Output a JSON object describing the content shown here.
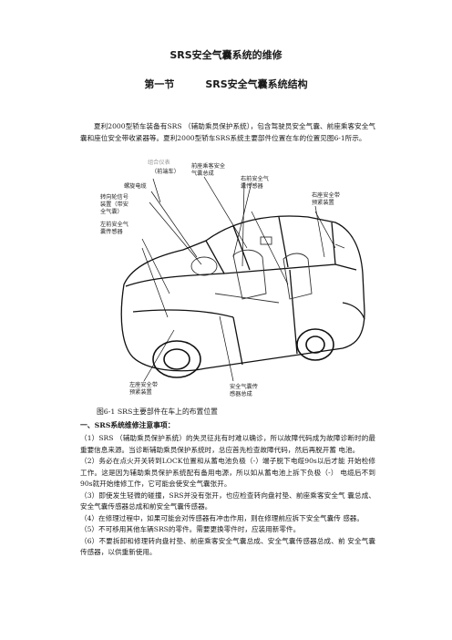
{
  "doc": {
    "title": "SRS安全气囊系统的维修",
    "section_num": "第一节",
    "section_title": "SRS安全气囊系统结构",
    "intro": "夏利2000型轿车装备有SRS （辅助乘员保护系统），包含驾驶员安全气囊、前座乘客安全气囊和座位安全带收紧器等。夏利2000型轿车SRS系统主要部件位置在车的位置见图6-1所示。",
    "figure": {
      "labels": {
        "combo": "组合仪表",
        "cut": "（前端车）",
        "spiral": "螺旋电缆",
        "turn1": "转向轮信号",
        "turn2": "装置（带安",
        "turn3": "全气囊）",
        "pass1": "前座乘客安全",
        "pass2": "气囊总成",
        "rfs1": "右前安全气",
        "rfs2": "囊传感器",
        "lfs1": "左前安全气",
        "lfs2": "囊传感器",
        "rbelt1": "右座安全带",
        "rbelt2": "预紧装置",
        "lbelt1": "左座安全带",
        "lbelt2": "预紧装置",
        "sensor1": "安全气囊传",
        "sensor2": "感器总成"
      },
      "caption": "图6-1 SRS主要部件在车上的布置位置"
    },
    "subhead": "一、SRS系统维修注意事项：",
    "items": [
      "（1）SRS （辅助乘员保护系统）的失灵征兆有时难以确诊，所以故障代码成为故障诊断时的最重要信息来源。当诊断辅助乘员保护系统时，总应首先检查故障代码，然后再脱开蓄 电池。",
      "（2）务必在点火开关转到LOCK位置和从蓄电池负极（-）端子脱下电缆90s以后才能 开始检修工作。这是因为辅助乘员保护系统配有备用电源，所以如从蓄电池上拆下负极（-） 电缆后不到90s就开始维修工作，它可能会使安全气囊张开。",
      "（3）即使发生轻微的碰撞，SRS并没有张开，也应检查转向盘衬垫、前座乘客安全气 囊总成、安全气囊传感器总成和前安全气囊传感器。",
      "（4）在修理过程中，如果可能会对传感器有冲击作用，则在修理前应拆下安全气囊传 感器。",
      "（5）不可移用其他车辆SRS的零件。需要更换零件时，应装用新零件。",
      "（6）不要拆卸和修理转向盘衬垫、前座乘客安全气囊总成、安全气囊传感器总成、前 安全气囊传感器，以供重新使用。"
    ]
  }
}
